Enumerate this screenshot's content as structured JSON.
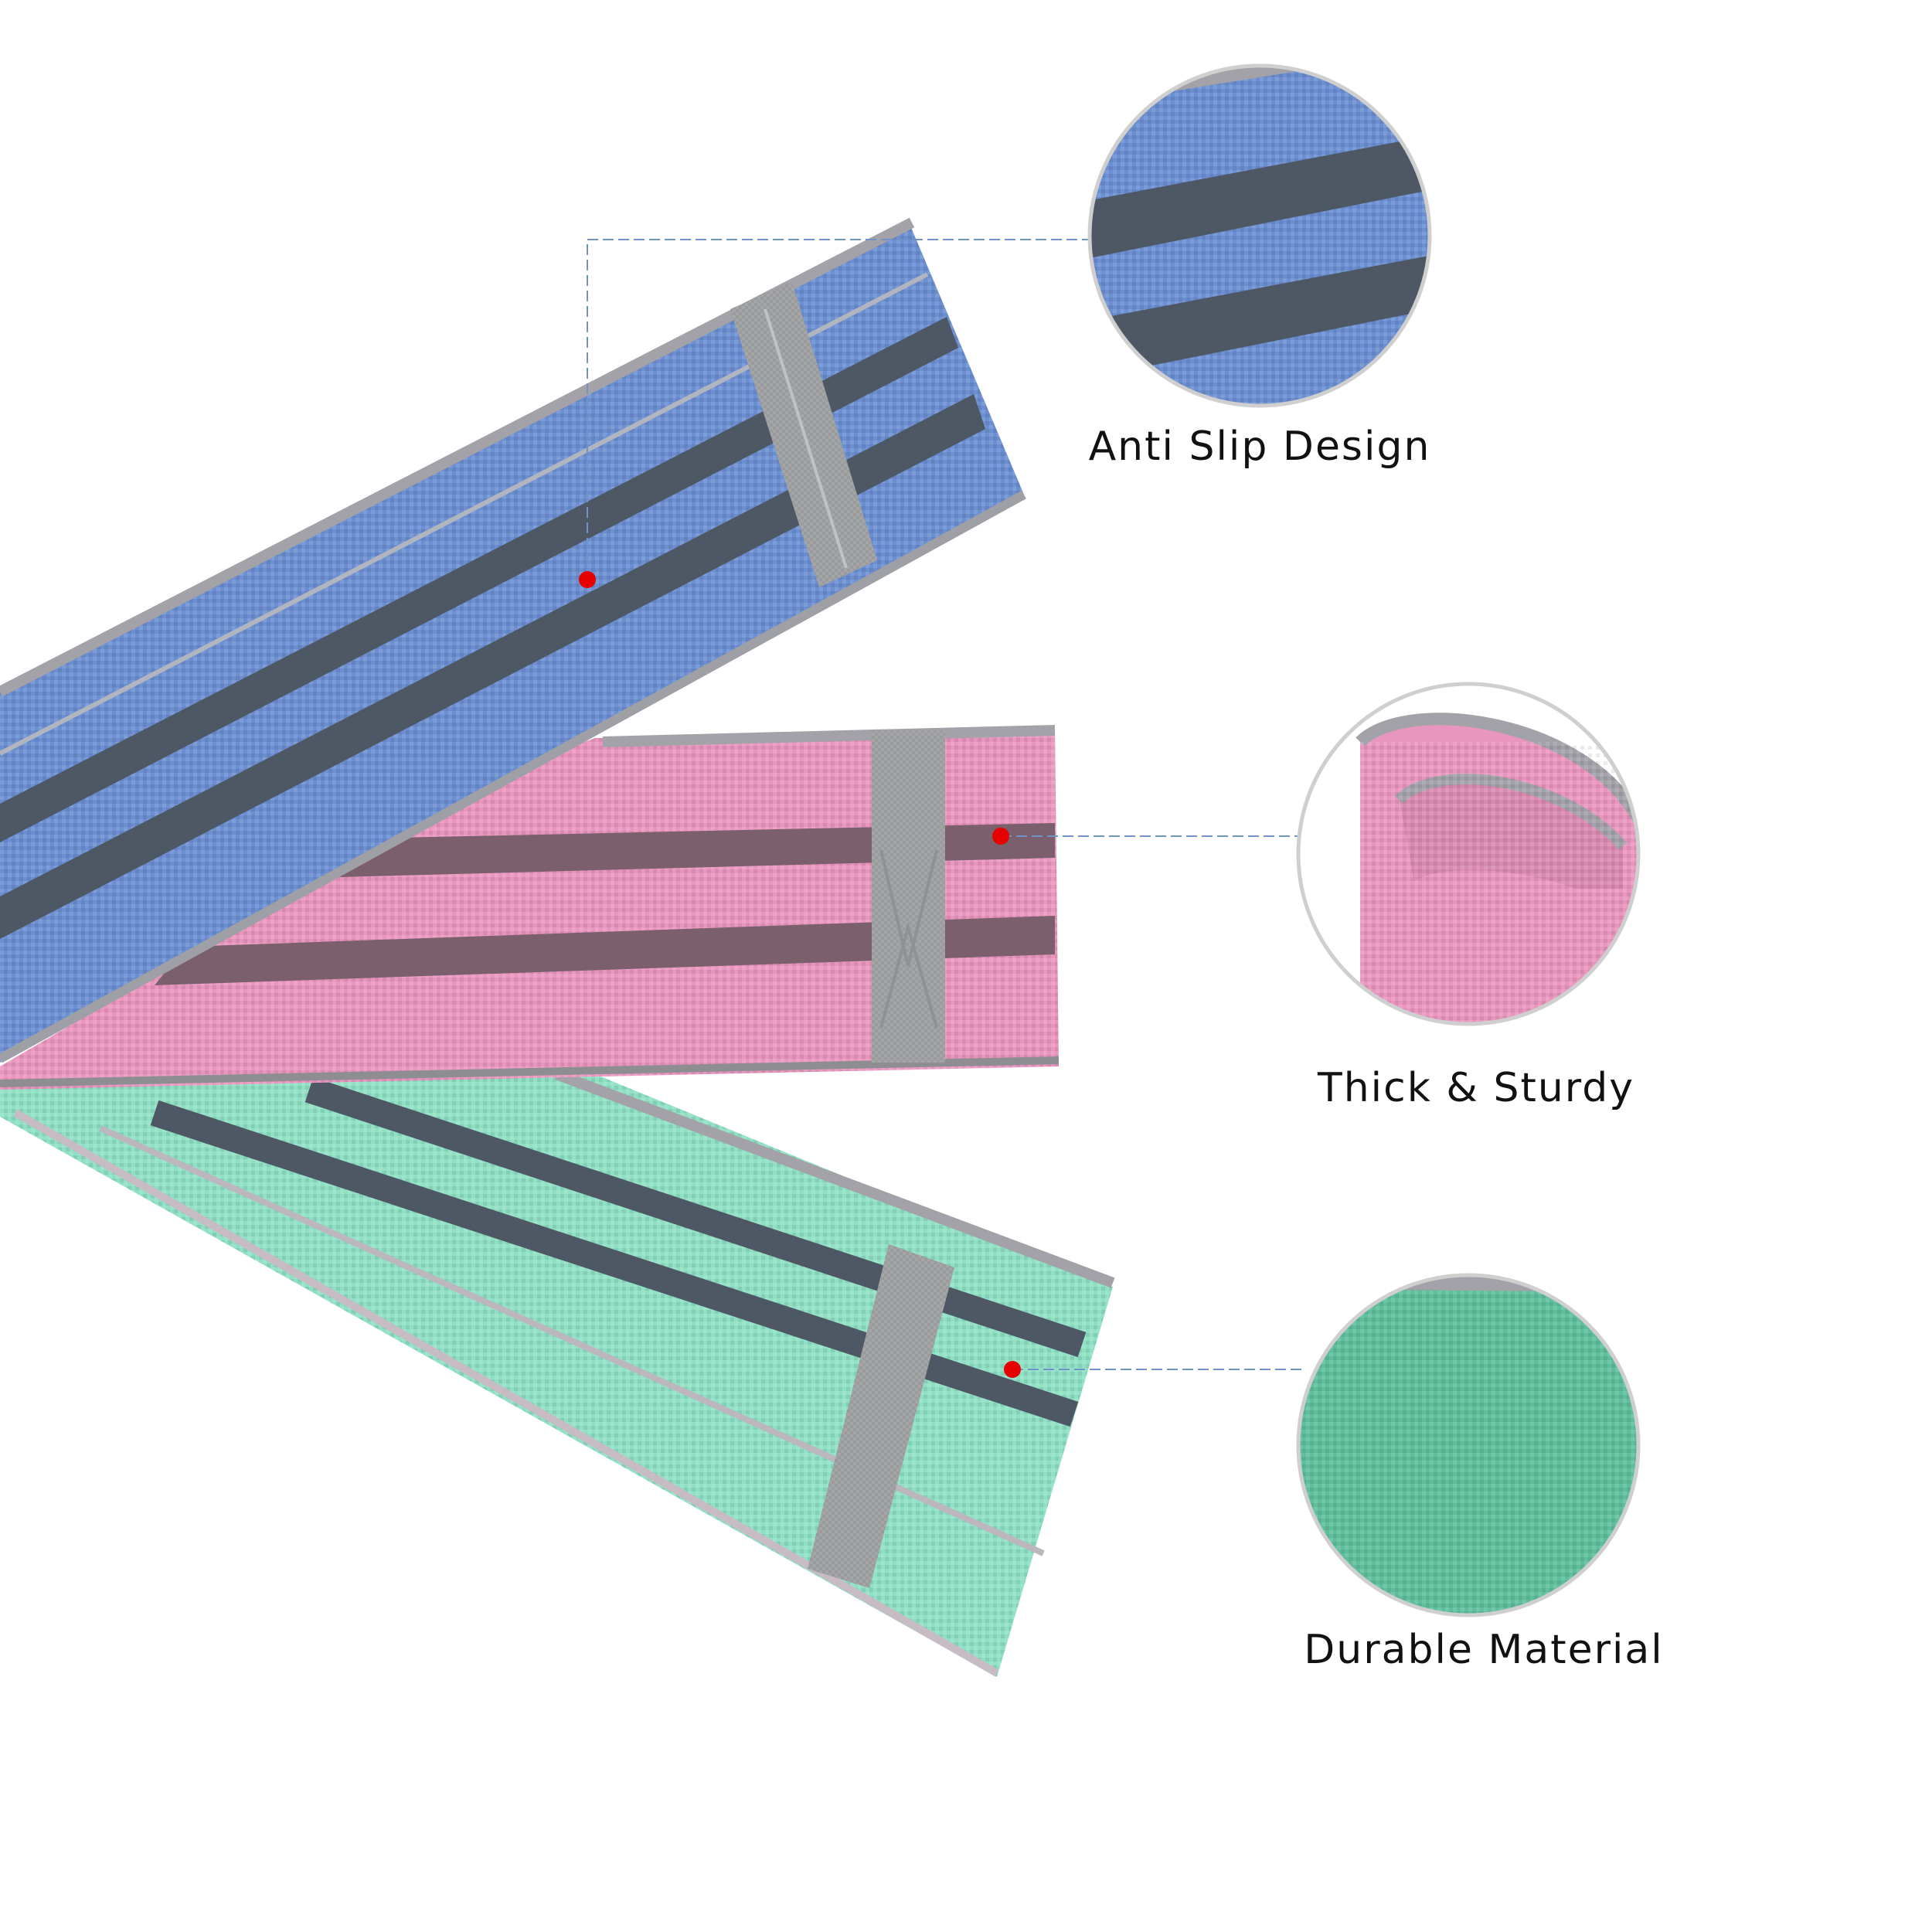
{
  "features": [
    {
      "label": "Anti Slip Design",
      "icon": "blue-fabric-closeup-icon"
    },
    {
      "label": "Thick & Sturdy",
      "icon": "pink-fold-closeup-icon"
    },
    {
      "label": "Durable Material",
      "icon": "green-fabric-closeup-icon"
    }
  ],
  "colors": {
    "blue_band": "#6b8fd0",
    "pink_band": "#e996bf",
    "green_band": "#8fe0c4",
    "stripe_dark": "#4e5764",
    "edge_gray": "#a2a2a8",
    "tab_gray": "#a3a5a6",
    "callout_line": "#6f93c7",
    "marker_red": "#e60000",
    "circle_border": "#cfcfcf"
  }
}
